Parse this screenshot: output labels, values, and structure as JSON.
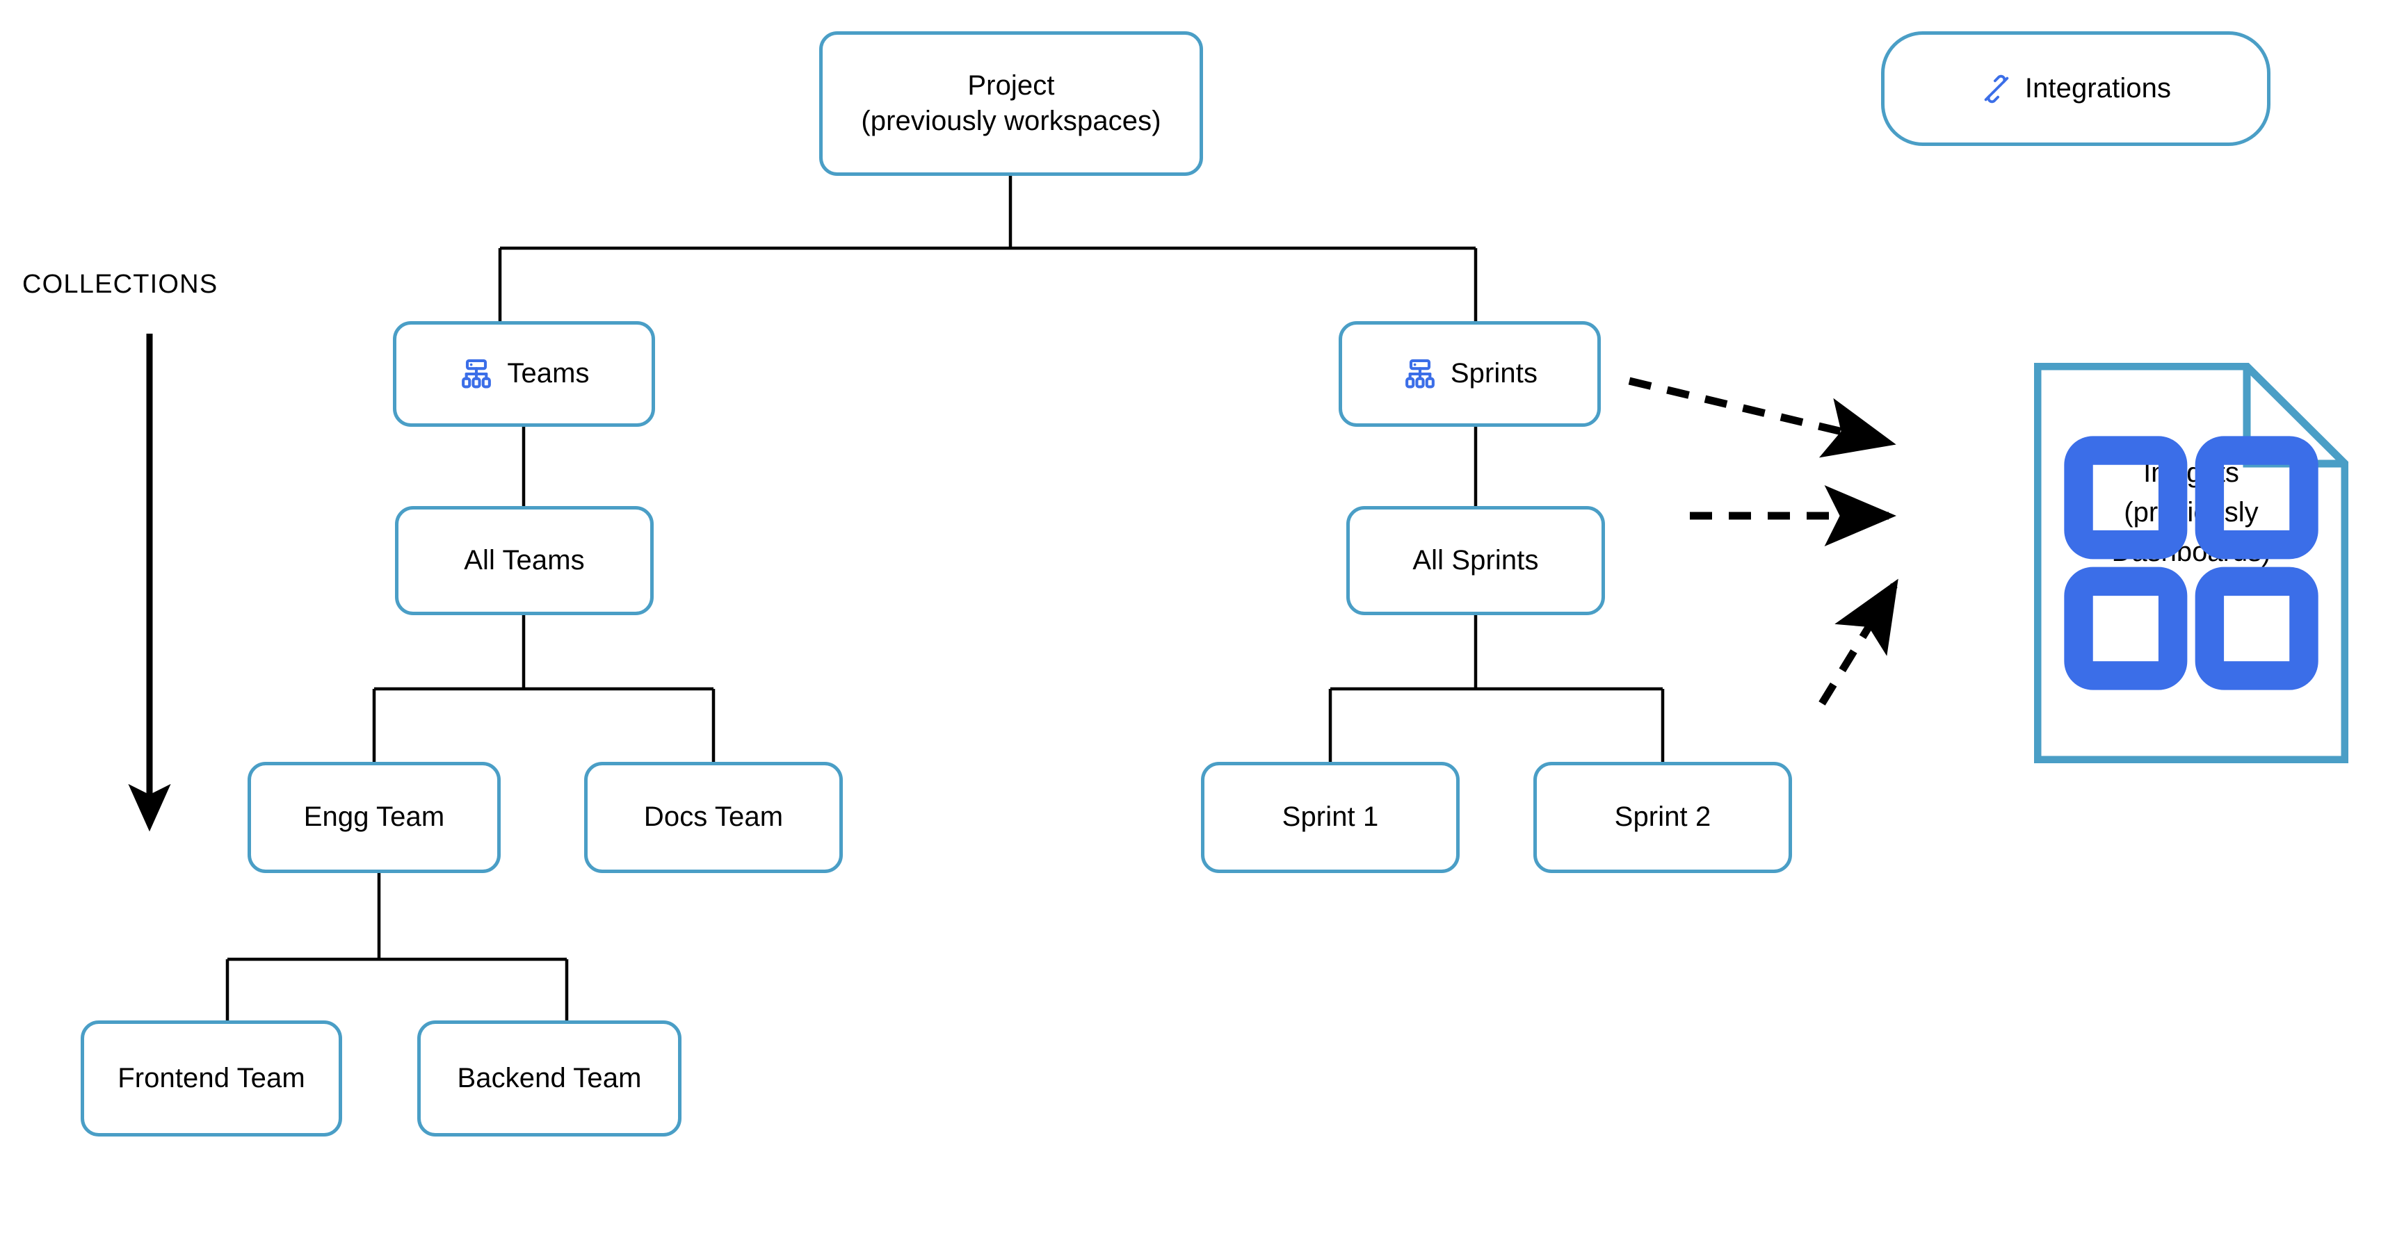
{
  "diagram": {
    "title_caption": "COLLECTIONS",
    "accent_color": "#4a9ec6",
    "icon_color": "#3b6ee8",
    "edge_color": "#000000"
  },
  "nodes": {
    "project": {
      "label": "Project\n(previously workspaces)",
      "shape": "rounded-rect"
    },
    "integrations": {
      "label": "Integrations",
      "icon": "plug-connector-icon",
      "shape": "pill"
    },
    "teams": {
      "label": "Teams",
      "icon": "hierarchy-icon",
      "shape": "rounded-rect"
    },
    "sprints": {
      "label": "Sprints",
      "icon": "hierarchy-icon",
      "shape": "rounded-rect"
    },
    "all_teams": {
      "label": "All Teams",
      "shape": "rounded-rect"
    },
    "all_sprints": {
      "label": "All Sprints",
      "shape": "rounded-rect"
    },
    "engg_team": {
      "label": "Engg Team",
      "shape": "rounded-rect"
    },
    "docs_team": {
      "label": "Docs Team",
      "shape": "rounded-rect"
    },
    "sprint_1": {
      "label": "Sprint 1",
      "shape": "rounded-rect"
    },
    "sprint_2": {
      "label": "Sprint 2",
      "shape": "rounded-rect"
    },
    "frontend_team": {
      "label": "Frontend Team",
      "shape": "rounded-rect"
    },
    "backend_team": {
      "label": "Backend Team",
      "shape": "rounded-rect"
    },
    "insights": {
      "label": "Insights\n(previously\nDashboards)",
      "icon": "dashboard-grid-icon",
      "shape": "document-folded-corner"
    }
  }
}
